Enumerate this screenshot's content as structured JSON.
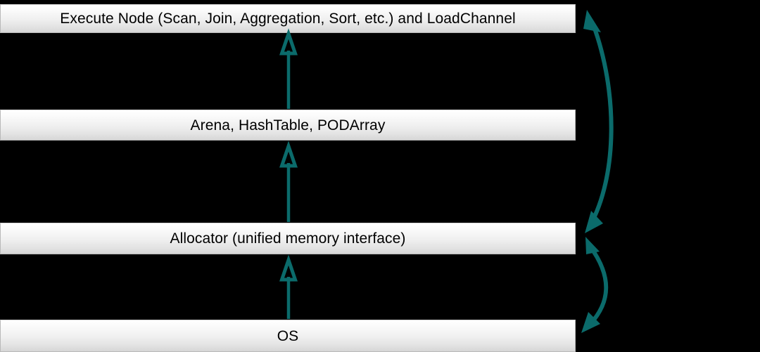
{
  "diagram": {
    "title_present": false,
    "background_color": "#000000",
    "accent_color": "#0b6b6b",
    "box_text_color": "#000000",
    "layers": [
      {
        "id": "execute-node",
        "label": "Execute Node (Scan, Join, Aggregation, Sort, etc.) and LoadChannel"
      },
      {
        "id": "arena-hashtable-podarray",
        "label": "Arena, HashTable, PODArray"
      },
      {
        "id": "allocator",
        "label": "Allocator (unified memory interface)"
      },
      {
        "id": "os",
        "label": "OS"
      }
    ],
    "connectors": [
      {
        "id": "arena-to-execute",
        "kind": "straight-up-arrow",
        "from": "arena-hashtable-podarray",
        "to": "execute-node",
        "arrowhead": "hollow-triangle"
      },
      {
        "id": "allocator-to-arena",
        "kind": "straight-up-arrow",
        "from": "allocator",
        "to": "arena-hashtable-podarray",
        "arrowhead": "hollow-triangle"
      },
      {
        "id": "os-to-allocator",
        "kind": "straight-up-arrow",
        "from": "os",
        "to": "allocator",
        "arrowhead": "hollow-triangle"
      },
      {
        "id": "execute-allocator-curve",
        "kind": "curved-double-arrow",
        "from": "execute-node",
        "to": "allocator",
        "arrowhead": "filled-triangle-both-ends"
      },
      {
        "id": "allocator-os-curve",
        "kind": "curved-double-arrow",
        "from": "allocator",
        "to": "os",
        "arrowhead": "filled-triangle-both-ends"
      }
    ]
  }
}
